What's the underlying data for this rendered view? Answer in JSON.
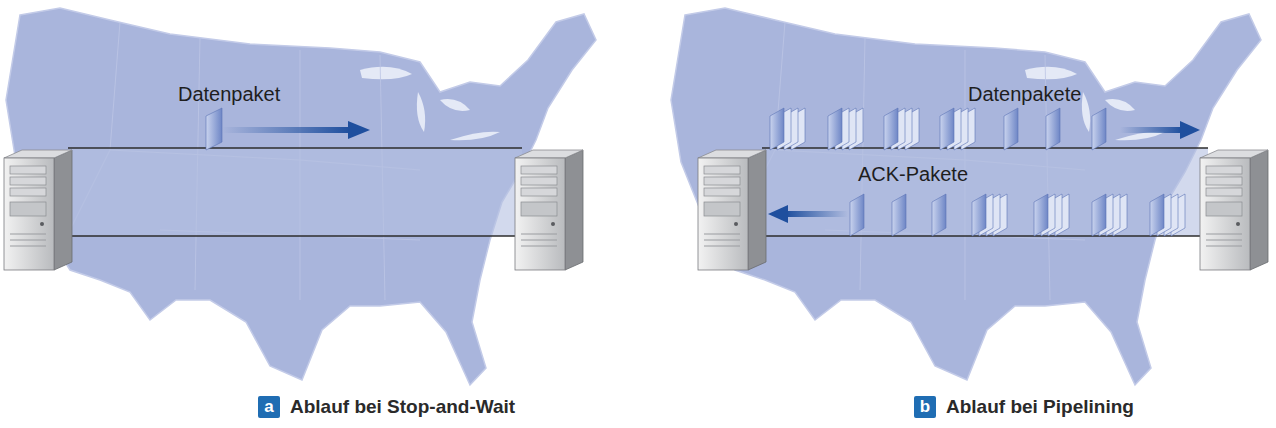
{
  "diagram": {
    "nodes": [
      {
        "text": [
          "a"
        ]
      },
      {
        "text": [
          "b"
        ]
      }
    ],
    "labels": [
      "Datenpaket",
      "Ablauf bei Stop-and-Wait",
      "Datenpakete",
      "ACK-Pakete",
      "Ablauf bei Pipelining"
    ]
  }
}
